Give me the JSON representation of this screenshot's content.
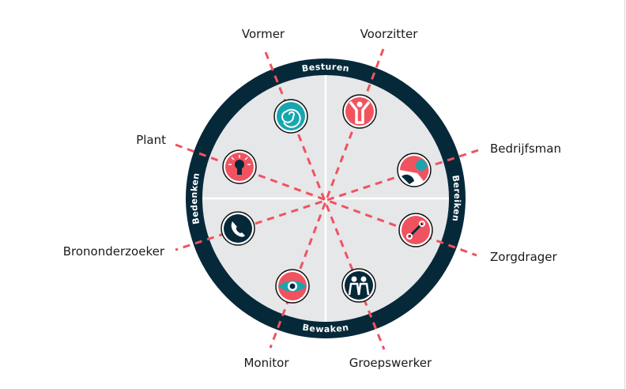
{
  "colors": {
    "navy": "#06293a",
    "coral": "#ef535f",
    "teal": "#17a6af",
    "inner": "#e6e7e9"
  },
  "ring": {
    "top": "Besturen",
    "right": "Bereiken",
    "bottom": "Bewaken",
    "left": "Bedenken"
  },
  "roles": [
    {
      "label": "Vormer",
      "icon": "spiral-icon"
    },
    {
      "label": "Voorzitter",
      "icon": "person-arms-up-icon"
    },
    {
      "label": "Plant",
      "icon": "lightbulb-icon"
    },
    {
      "label": "Bedrijfsman",
      "icon": "gears-icon"
    },
    {
      "label": "Brononderzoeker",
      "icon": "phone-icon"
    },
    {
      "label": "Zorgdrager",
      "icon": "wrench-hand-icon"
    },
    {
      "label": "Monitor",
      "icon": "eye-icon"
    },
    {
      "label": "Groepswerker",
      "icon": "group-people-icon"
    }
  ]
}
